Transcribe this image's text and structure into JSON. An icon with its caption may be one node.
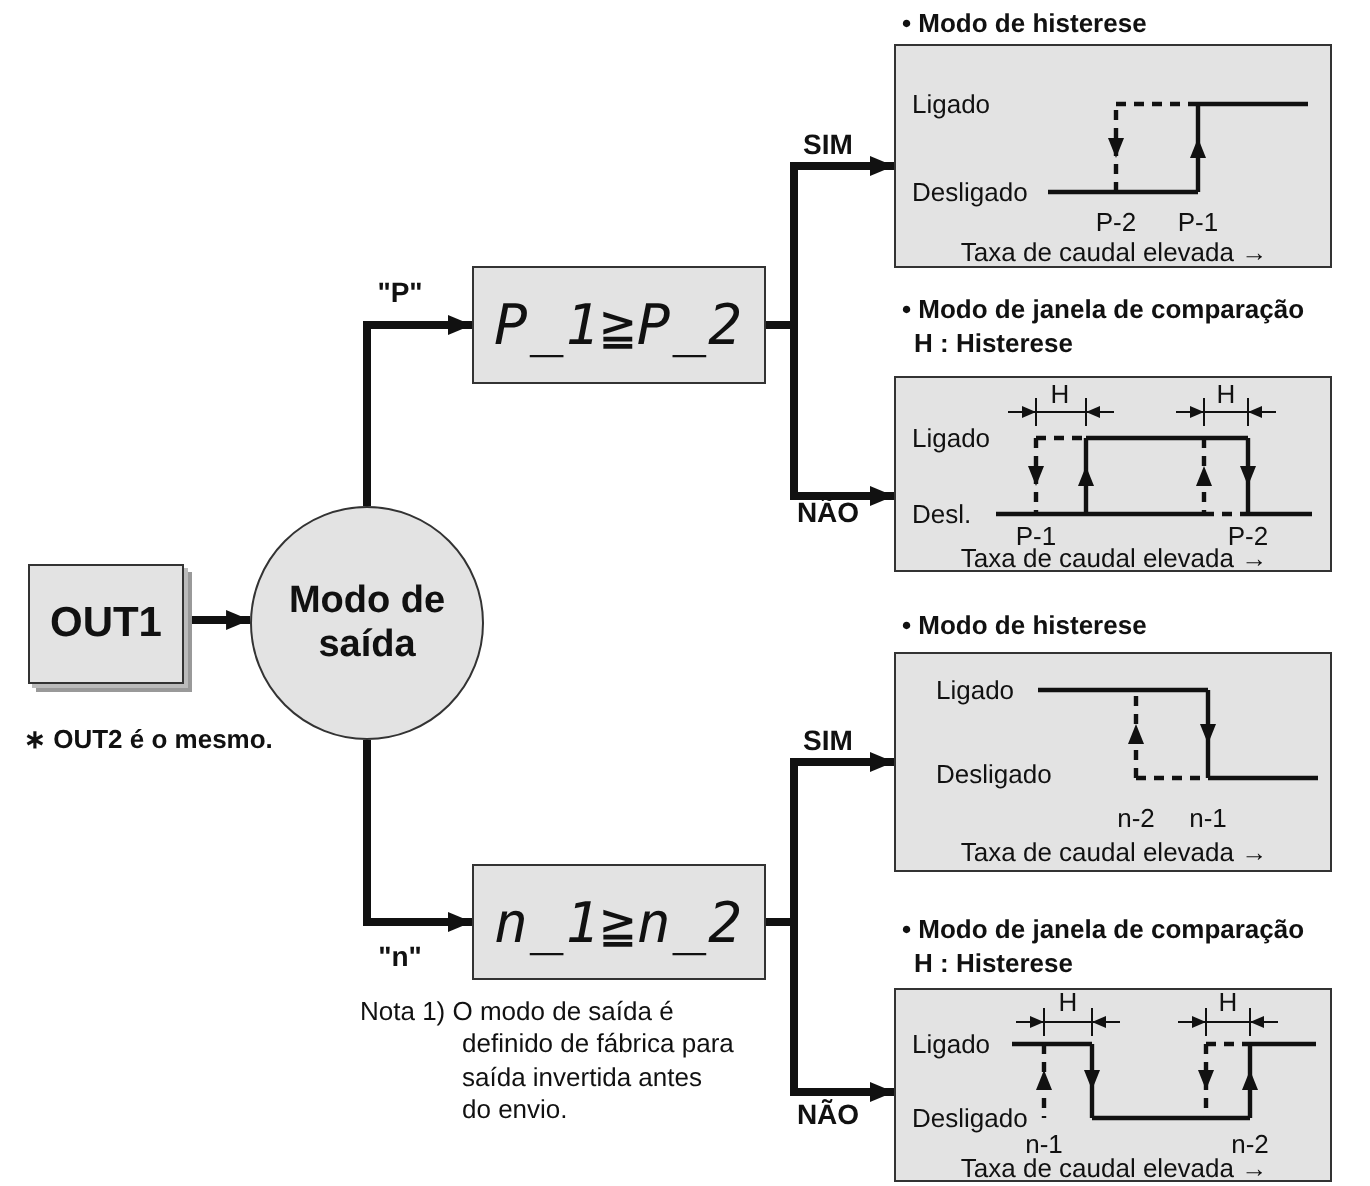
{
  "diagram": {
    "nodes": [
      {
        "text": [
          "OUT1"
        ]
      },
      {
        "text": [
          "Modo de saída"
        ]
      },
      {
        "text": [
          "P_1≧P_2"
        ]
      },
      {
        "text": [
          "n_1≧n_2"
        ]
      },
      {
        "text": [
          "• Modo de histerese",
          "Ligado",
          "Desligado",
          "P-2",
          "P-1",
          "Taxa de caudal elevada →"
        ]
      },
      {
        "text": [
          "• Modo de janela de comparação",
          "H : Histerese",
          "H",
          "H",
          "Ligado",
          "Desl.",
          "P-1",
          "P-2",
          "Taxa de caudal elevada →"
        ]
      },
      {
        "text": [
          "• Modo de histerese",
          "Ligado",
          "Desligado",
          "n-2",
          "n-1",
          "Taxa de caudal elevada →"
        ]
      },
      {
        "text": [
          "• Modo de janela de comparação",
          "H : Histerese",
          "H",
          "H",
          "Ligado",
          "Desligado",
          "n-1",
          "n-2",
          "Taxa de caudal elevada →"
        ]
      }
    ],
    "edges": [
      {
        "from": 0,
        "to": 1,
        "arrow": "to"
      },
      {
        "from": 1,
        "to": 2,
        "arrow": "to",
        "label": "\"P\""
      },
      {
        "from": 1,
        "to": 3,
        "arrow": "to",
        "label": "\"n\""
      },
      {
        "from": 2,
        "to": 4,
        "arrow": "to",
        "label": "SIM"
      },
      {
        "from": 2,
        "to": 5,
        "arrow": "to",
        "label": "NÃO"
      },
      {
        "from": 3,
        "to": 6,
        "arrow": "to",
        "label": "SIM"
      },
      {
        "from": 3,
        "to": 7,
        "arrow": "to",
        "label": "NÃO"
      }
    ],
    "labels": [
      "∗ OUT2 é o mesmo.",
      "Nota 1) O modo de saída é definido de fábrica para saída invertida antes do envio."
    ]
  }
}
